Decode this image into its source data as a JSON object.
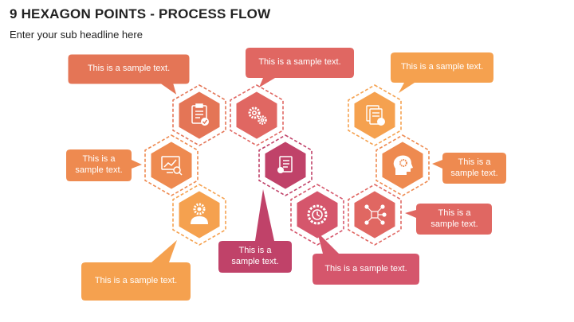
{
  "title": "9 HEXAGON POINTS - PROCESS FLOW",
  "subtitle": "Enter your sub headline here",
  "colors": {
    "orange": "#F5A14F",
    "red_orange": "#E47556",
    "deep_orange": "#EE8A50",
    "magenta": "#C04269",
    "rose": "#D5566C",
    "coral": "#E06762"
  },
  "hexagons": [
    {
      "name": "checklist-hexagon",
      "icon": "clipboard-check-icon"
    },
    {
      "name": "gears-hexagon",
      "icon": "gears-icon"
    },
    {
      "name": "chart-analysis-hexagon",
      "icon": "chart-magnifier-icon"
    },
    {
      "name": "user-gear-hexagon",
      "icon": "user-gear-icon"
    },
    {
      "name": "document-hexagon",
      "icon": "document-list-icon"
    },
    {
      "name": "clock-gear-hexagon",
      "icon": "clock-gear-icon"
    },
    {
      "name": "network-hexagon",
      "icon": "network-nodes-icon"
    },
    {
      "name": "head-gear-hexagon",
      "icon": "head-gear-icon"
    },
    {
      "name": "documents-money-hexagon",
      "icon": "documents-money-icon"
    }
  ],
  "callouts": [
    {
      "text": "This is a sample text."
    },
    {
      "text": "This is a sample text."
    },
    {
      "text": "This is a sample text."
    },
    {
      "text": "This is a sample text."
    },
    {
      "text": "This is a sample text."
    },
    {
      "text": "This is a sample text."
    },
    {
      "text": "This is a sample text."
    },
    {
      "text": "This is a sample text."
    },
    {
      "text": "This is a sample text."
    }
  ]
}
